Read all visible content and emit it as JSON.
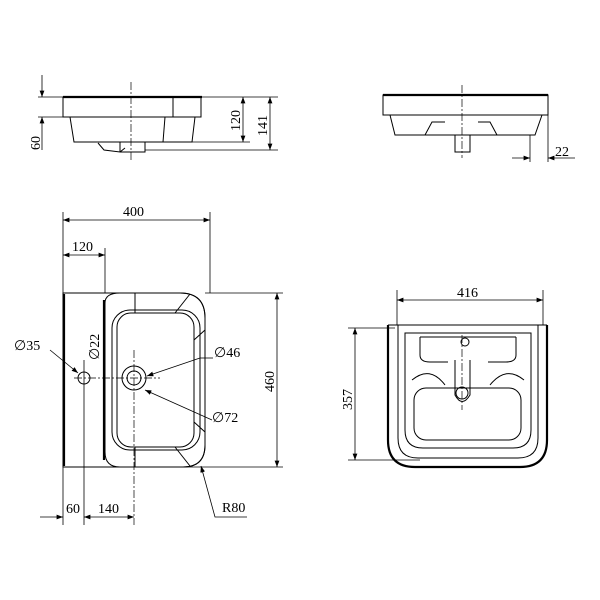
{
  "drawing": {
    "side_view": {
      "dim_rim": "60",
      "dim_bowl_depth": "120",
      "dim_total_depth": "141"
    },
    "rear_view": {
      "dim_offset": "22"
    },
    "plan_view": {
      "dim_width": "400",
      "dim_deck": "120",
      "dim_depth": "460",
      "tap_hole": "∅35",
      "tap_hole_inner": "∅22",
      "waste_inner": "∅46",
      "waste_outer": "∅72",
      "dim_tap_offset": "60",
      "dim_waste_offset": "140",
      "corner_radius": "R80"
    },
    "front_view": {
      "dim_width": "416",
      "dim_height": "357"
    }
  },
  "colors": {
    "line": "#000000",
    "background": "#ffffff"
  }
}
